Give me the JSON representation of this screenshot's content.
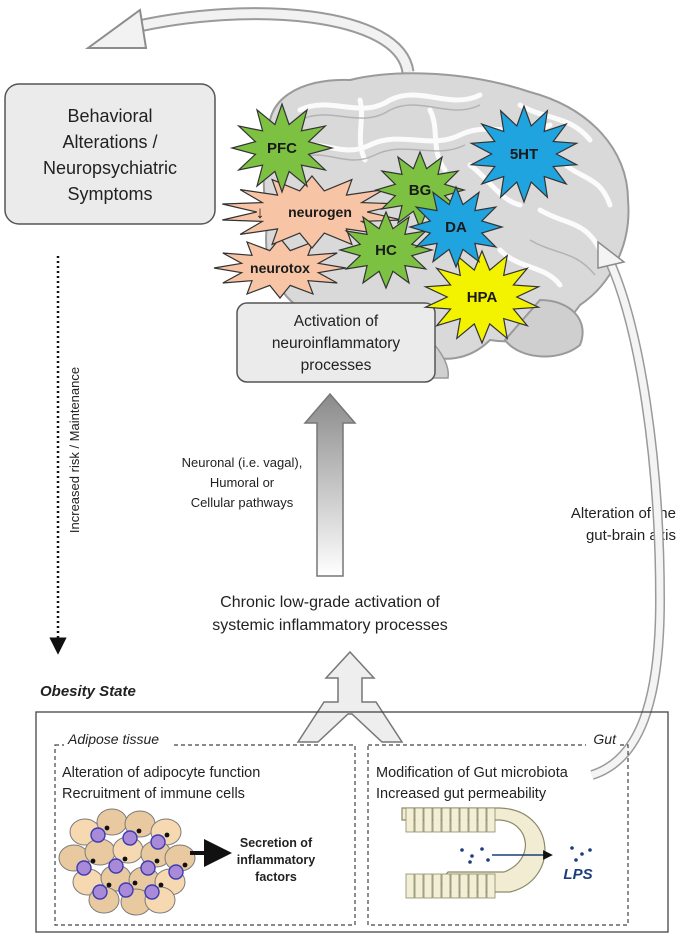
{
  "behavior_box": {
    "lines": [
      "Behavioral",
      "Alterations /",
      "Neuropsychiatric",
      "Symptoms"
    ]
  },
  "brain_regions": {
    "pfc": "PFC",
    "neurogen_arrow": "↓",
    "neurogen": "neurogen",
    "neurotox": "neurotox",
    "bg": "BG",
    "hc": "HC",
    "da": "DA",
    "sht": "5HT",
    "hpa": "HPA"
  },
  "neuro_box": {
    "lines": [
      "Activation of",
      "neuroinflammatory",
      "processes"
    ]
  },
  "left_axis_label": "Increased risk / Maintenance",
  "pathways": {
    "lines": [
      "Neuronal (i.e. vagal),",
      "Humoral or",
      "Cellular pathways"
    ]
  },
  "systemic": {
    "lines": [
      "Chronic low-grade activation of",
      "systemic inflammatory processes"
    ]
  },
  "gut_brain": {
    "lines": [
      "Alteration of the",
      "gut-brain axis"
    ]
  },
  "obesity_title": "Obesity State",
  "adipose": {
    "title": "Adipose tissue",
    "lines": [
      "Alteration of adipocyte function",
      "Recruitment of immune cells"
    ],
    "secretion": [
      "Secretion of",
      "inflammatory",
      "factors"
    ]
  },
  "gut": {
    "title": "Gut",
    "lines": [
      "Modification of Gut microbiota",
      "Increased gut permeability"
    ],
    "lps": "LPS"
  },
  "colors": {
    "green": "#7cc142",
    "salmon": "#f7c4a5",
    "blue": "#1fa4df",
    "yellow": "#f3f300",
    "box_fill": "#ebebeb",
    "brain_fill": "#d9d9d9"
  }
}
